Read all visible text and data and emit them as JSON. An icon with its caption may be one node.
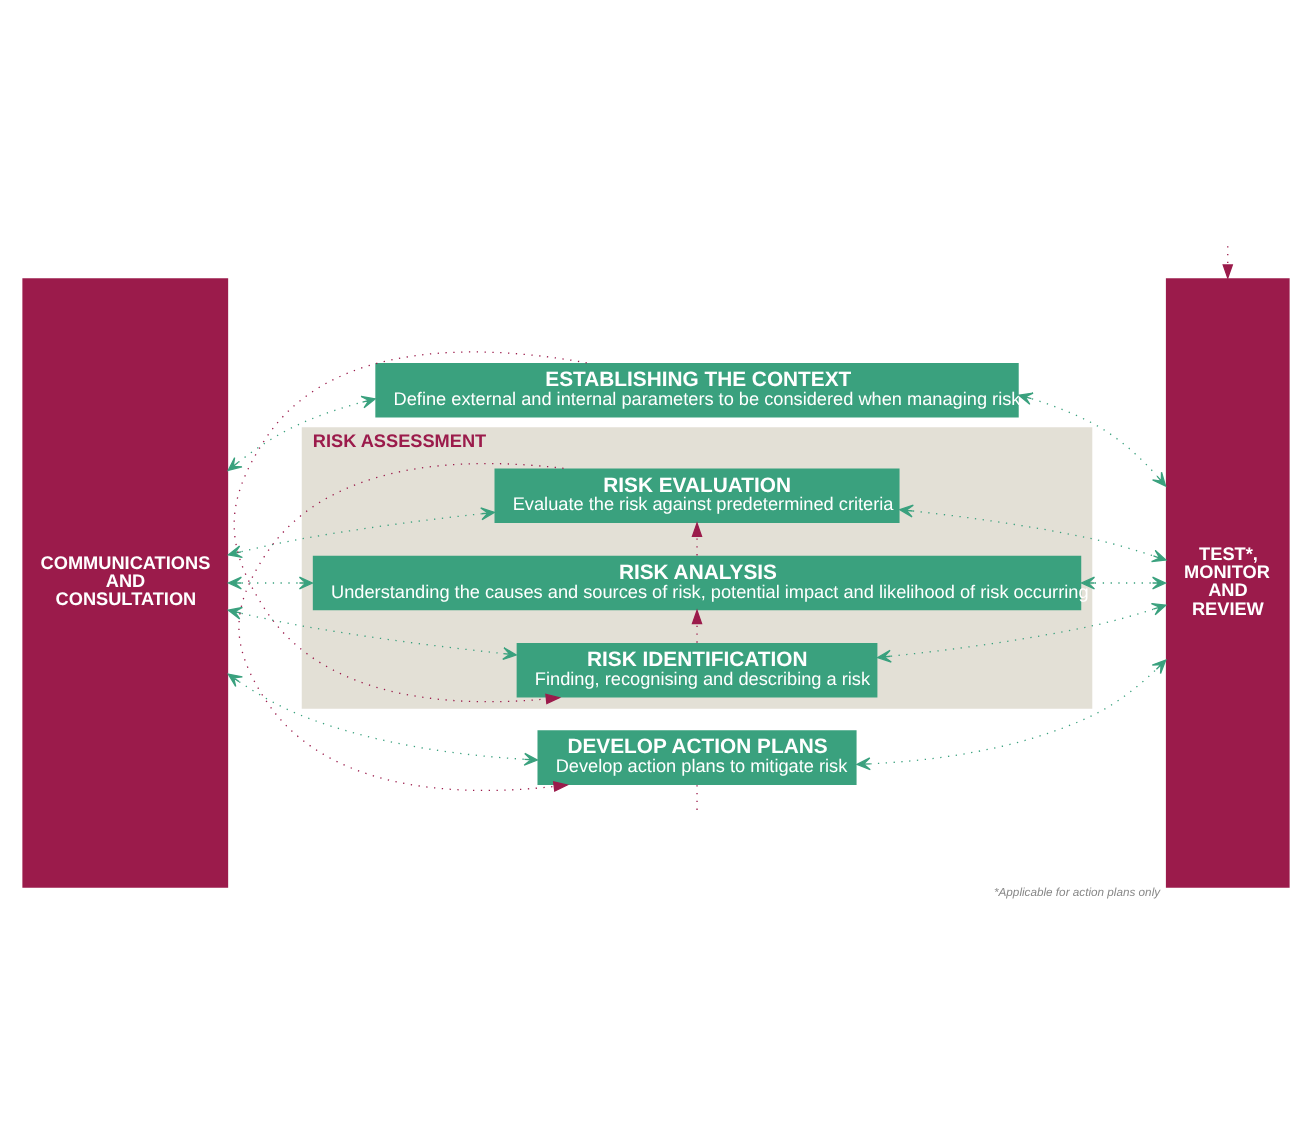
{
  "diagram": {
    "nodes": [
      {
        "text": [
          "COMMUNICATIONS AND CONSULTATION"
        ]
      },
      {
        "text": [
          "ESTABLISHING THE CONTEXT",
          "Define external and internal parameters to be considered when managing risk"
        ]
      },
      {
        "text": [
          "RISK ASSESSMENT"
        ]
      },
      {
        "text": [
          "RISK IDENTIFICATION",
          "Finding, recognising and describing a risk"
        ],
        "in": 2
      },
      {
        "text": [
          "RISK ANALYSIS",
          "Understanding the causes and sources of risk, potential impact and likelihood of risk occurring"
        ],
        "in": 2
      },
      {
        "text": [
          "RISK EVALUATION",
          "Evaluate the risk against predetermined criteria"
        ],
        "in": 2
      },
      {
        "text": [
          "DEVELOP ACTION PLANS",
          "Develop action plans to mitigate risk"
        ]
      },
      {
        "text": [
          "TEST*, MONITOR AND REVIEW"
        ],
        "beside": [
          "*Applicable for action plans only"
        ]
      }
    ],
    "edges": [
      {
        "from": 1,
        "to": 3,
        "arrow": "to",
        "style": "dashed",
        "color": "#9b1b4b"
      },
      {
        "from": 3,
        "to": 4,
        "arrow": "to",
        "style": "dashed",
        "color": "#9b1b4b"
      },
      {
        "from": 4,
        "to": 5,
        "arrow": "to",
        "style": "dashed",
        "color": "#9b1b4b"
      },
      {
        "from": 5,
        "to": 6,
        "arrow": "to",
        "style": "dashed",
        "color": "#9b1b4b"
      },
      {
        "from": 6,
        "to": null,
        "arrow": "none",
        "style": "dashed",
        "color": "#9b1b4b"
      },
      {
        "from": null,
        "to": 7,
        "arrow": "to",
        "style": "dashed",
        "color": "#9b1b4b"
      },
      {
        "from": 0,
        "to": 1,
        "arrow": "both",
        "style": "dashed"
      },
      {
        "from": 0,
        "to": 3,
        "arrow": "both",
        "style": "dashed"
      },
      {
        "from": 0,
        "to": 4,
        "arrow": "both",
        "style": "dashed"
      },
      {
        "from": 0,
        "to": 5,
        "arrow": "both",
        "style": "dashed"
      },
      {
        "from": 0,
        "to": 6,
        "arrow": "both",
        "style": "dashed"
      },
      {
        "from": 1,
        "to": 7,
        "arrow": "both",
        "style": "dashed"
      },
      {
        "from": 3,
        "to": 7,
        "arrow": "both",
        "style": "dashed"
      },
      {
        "from": 4,
        "to": 7,
        "arrow": "both",
        "style": "dashed"
      },
      {
        "from": 5,
        "to": 7,
        "arrow": "both",
        "style": "dashed"
      },
      {
        "from": 6,
        "to": 7,
        "arrow": "both",
        "style": "dashed"
      }
    ]
  }
}
